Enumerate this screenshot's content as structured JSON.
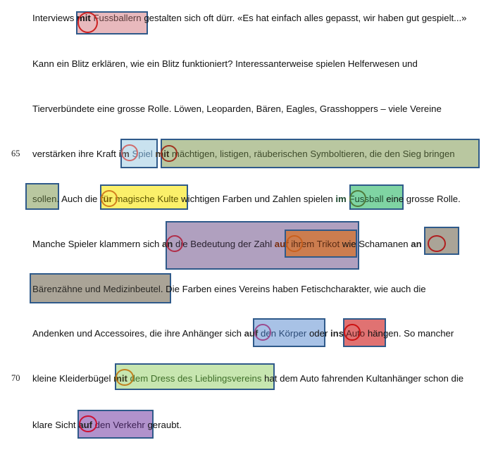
{
  "line_numbers": [
    "65",
    "70"
  ],
  "lines": [
    {
      "pre": "Interviews ",
      "mark1": "mit",
      "mark1_rest": " Fussballern",
      "post": " gestalten sich oft dürr. «Es hat einfach alles gepasst, wir haben gut gespielt...»"
    },
    {
      "text": "Kann ein Blitz erklären, wie ein Blitz funktioniert? Interessanterweise spielen Helferwesen und"
    },
    {
      "text": "Tierverbündete eine grosse Rolle. Löwen, Leoparden, Bären, Eagles, Grasshoppers – viele Vereine"
    },
    {
      "pre": "verstärken ihre Kraft ",
      "a": "im",
      "a_rest": " Spiel",
      "mid": " ",
      "b": "mit",
      "b_rest": " mächtigen, listigen, räuberischen Symboltieren, die den Sieg bringen"
    },
    {
      "a_rest_pre": "sollen",
      "mid1": ". Auch die ",
      "a": "für",
      "a_rest": " magische Kulte",
      "mid2": " wichtigen Farben und Zahlen spielen ",
      "b": "im",
      "b_rest": " Fussball",
      "post": " eine grosse Rolle."
    },
    {
      "pre": "Manche Spieler klammern sich ",
      "a": "an",
      "a_rest": " die Bedeutung der Zahl ",
      "b": "auf",
      "b_rest": " ihrem Trikot",
      "mid": " wie Schamanen ",
      "c": "an"
    },
    {
      "a_rest_pre": "Bärenzähne und Medizinbeutel",
      "post": ". Die Farben eines Vereins haben Fetischcharakter, wie auch die"
    },
    {
      "pre": "Andenken und Accessoires, die ihre Anhänger sich ",
      "a": "auf",
      "a_rest": " den Körper",
      "mid": " oder ",
      "b": "ins",
      "b_rest": " Auto",
      "post": " hängen. So mancher"
    },
    {
      "pre": "kleine Kleiderbügel ",
      "a": "mit",
      "a_rest": " dem Dress des Lieblingsvereins",
      "post": " hat dem Auto fahrenden Kultanhänger schon die"
    },
    {
      "pre": "klare Sicht ",
      "a": "auf",
      "a_rest": " den Verkehr",
      "post": " geraubt."
    }
  ],
  "colors": {
    "border": "#2f5a8a",
    "circle": "#cc2222",
    "pink": "#e8b9bd",
    "lightblue": "#c9e2ef",
    "olive": "#b9c7a0",
    "yellow": "#fbf06a",
    "green": "#7fd4a3",
    "purple": "#b0a0bf",
    "orange": "#cc7d4f",
    "grey": "#aaa497",
    "blue": "#a8c2e6",
    "red": "#e07272",
    "lightgreen": "#c7e6b0",
    "violet": "#b192cc"
  }
}
